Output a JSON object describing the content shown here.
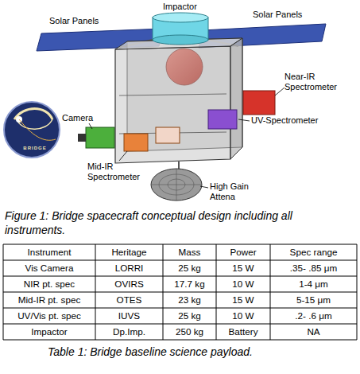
{
  "diagram": {
    "caption": "Figure 1: Bridge spacecraft conceptual design including all instruments.",
    "labels": [
      "Impactor",
      "Solar Panels",
      "Solar Panels",
      "BRIDGE",
      "Near-IR Spectrometer",
      "Camera",
      "UV-Spectrometer",
      "Mid-IR Spectrometer",
      "High Gain Attena",
      "Instrument",
      "Heritage",
      "Mass",
      "Power",
      "Spec range",
      "Vis Camera",
      "LORRI",
      "25 kg",
      "15 W",
      ".35- .85 μm",
      "NIR pt. spec",
      "OVIRS",
      "17.7 kg",
      "10 W",
      "1-4 μm",
      "Mid-IR pt. spec",
      "OTES",
      "23 kg",
      "15 W",
      "5-15 μm",
      "UV/Vis pt. spec",
      "IUVS",
      "25 kg",
      "10 W",
      ".2- .6 μm",
      "Impactor",
      "Dp.Imp.",
      "250 kg",
      "Battery",
      "NA",
      "Table 1: Bridge baseline science payload."
    ]
  }
}
